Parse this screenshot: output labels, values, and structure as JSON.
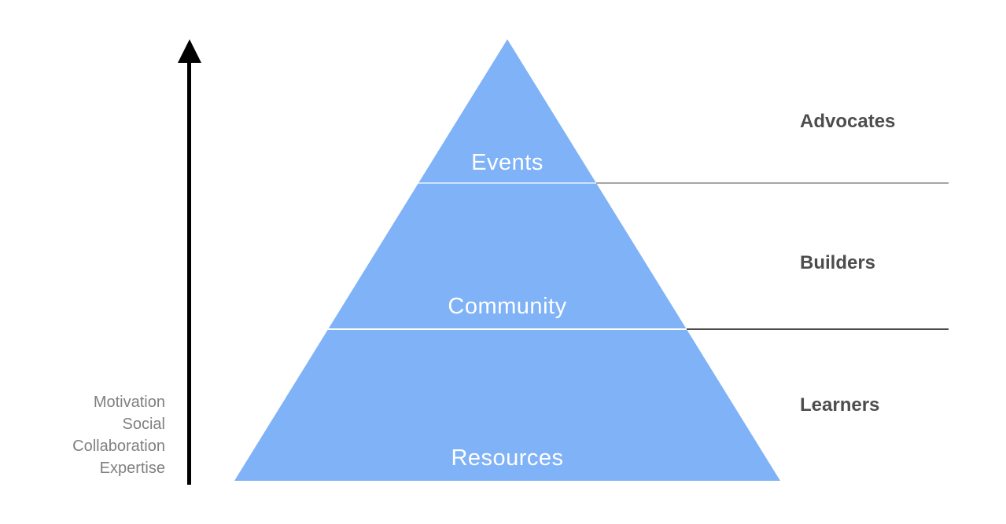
{
  "diagram": {
    "type": "pyramid",
    "colors": {
      "pyramid_fill": "#7FB2F7",
      "tier_label_text": "#FFFFFF",
      "leader_line_top": "#A6A6A6",
      "leader_line_bottom": "#4D4D4D",
      "audience_label_text": "#4D4D4D",
      "axis_text": "#808080",
      "arrow": "#000000"
    },
    "tiers": [
      {
        "label": "Events",
        "audience": "Advocates"
      },
      {
        "label": "Community",
        "audience": "Builders"
      },
      {
        "label": "Resources",
        "audience": "Learners"
      }
    ],
    "axis": {
      "direction": "up",
      "qualities": [
        "Motivation",
        "Social",
        "Collaboration",
        "Expertise"
      ]
    }
  }
}
